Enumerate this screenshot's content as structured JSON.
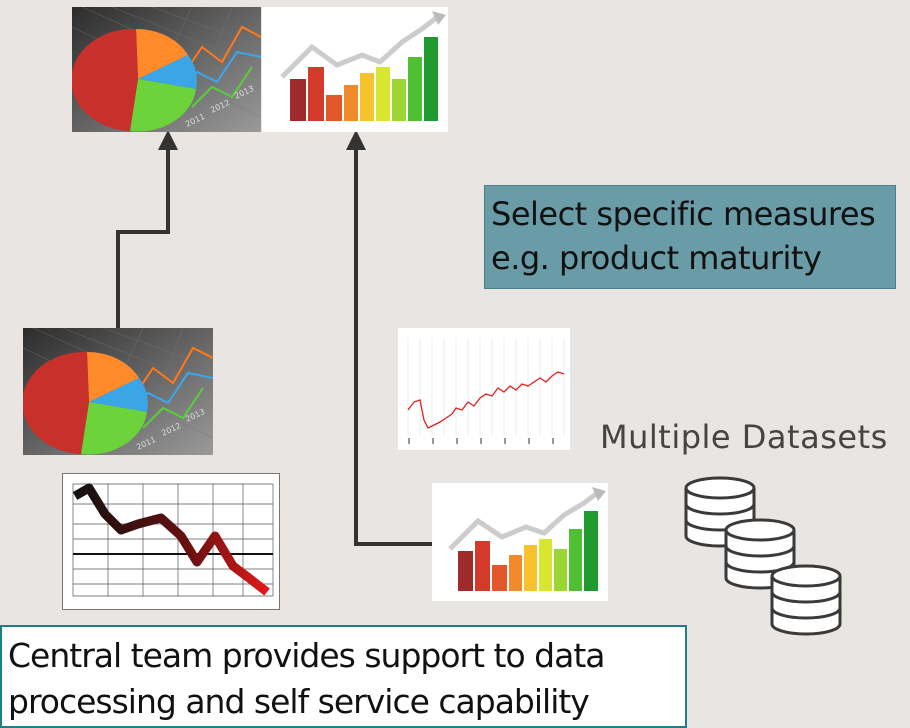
{
  "callout": {
    "line1": "Select specific measures",
    "line2": "e.g. product maturity"
  },
  "datasets_label": "Multiple Datasets",
  "footer": {
    "line1": "Central team provides support to data",
    "line2": "processing and self service capability"
  },
  "pie_axis_labels": [
    "2011",
    "2012",
    "2013"
  ],
  "colors": {
    "background": "#e9e5e2",
    "callout_fill": "#6a9ca8",
    "footer_border": "#1f7f86",
    "arrow": "#333333",
    "database_stroke": "#3a3a3a"
  }
}
